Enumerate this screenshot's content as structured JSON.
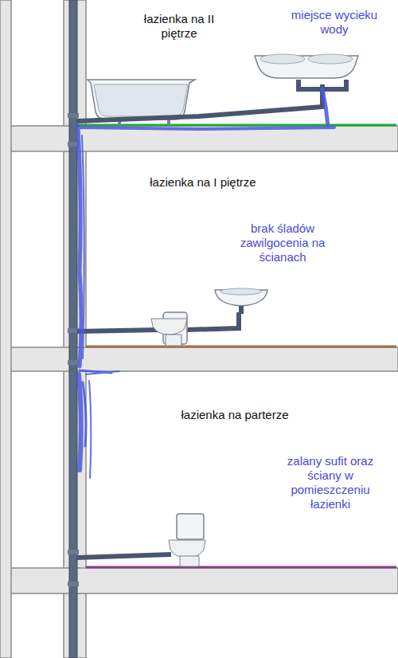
{
  "diagram": {
    "labels": [
      "łazienka na II piętrze",
      "miejsce wycieku wody",
      "łazienka na I piętrze",
      "brak śladów zawilgocenia na ścianach",
      "łazienka na parterze",
      "zalany sufit oraz ściany w pomieszczeniu łazienki"
    ]
  }
}
